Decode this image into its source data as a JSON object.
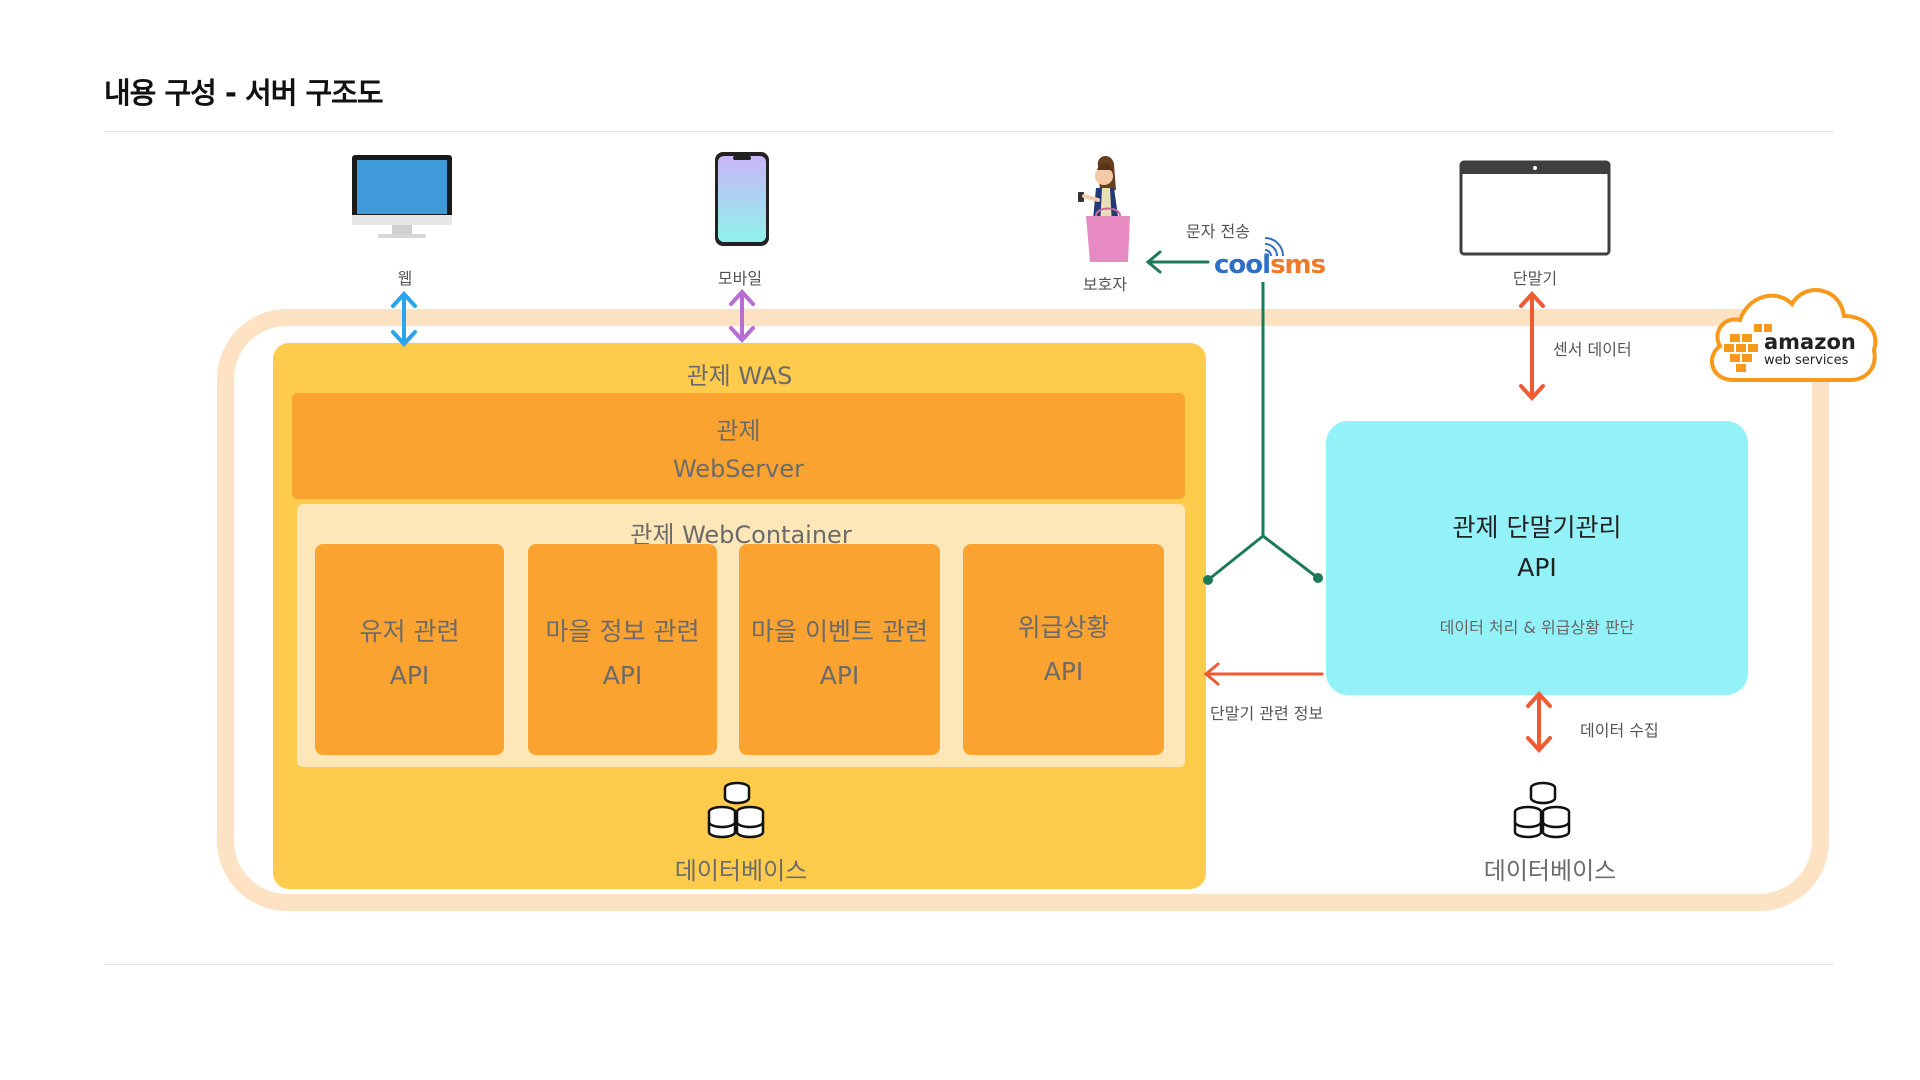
{
  "page": {
    "title": "내용 구성 - 서버 구조도"
  },
  "clients": {
    "web": "웹",
    "mobile": "모바일",
    "guardian": "보호자",
    "device": "단말기"
  },
  "edges": {
    "sms": "문자 전송",
    "sensor": "센서 데이터",
    "device_info": "단말기 관련 정보",
    "collect": "데이터 수집"
  },
  "coolsms": {
    "part1": "cool",
    "part2": "sms"
  },
  "aws": {
    "line1": "amazon",
    "line2": "web services"
  },
  "was": {
    "title": "관제 WAS",
    "webserver_line1": "관제",
    "webserver_line2": "WebServer",
    "container_title": "관제 WebContainer",
    "apis": [
      {
        "name": "유저 관련",
        "sub": "API"
      },
      {
        "name": "마을 정보 관련",
        "sub": "API"
      },
      {
        "name": "마을 이벤트 관련",
        "sub": "API"
      },
      {
        "name": "위급상황",
        "sub": "API"
      }
    ],
    "db_label": "데이터베이스"
  },
  "device_api": {
    "title": "관제 단말기관리",
    "sub": "API",
    "desc": "데이터 처리 & 위급상황 판단"
  },
  "right_db_label": "데이터베이스",
  "colors": {
    "frame": "#fde3c4",
    "was": "#fecb4d",
    "webserver": "#fba330",
    "container": "#fde7b8",
    "device_api": "#93f1f8",
    "web_arrow": "#2aa4ea",
    "mobile_arrow": "#b66fd0",
    "sms_arrow": "#1c7a5b",
    "red_arrow": "#f05a33",
    "aws_orange": "#f79a1c"
  }
}
